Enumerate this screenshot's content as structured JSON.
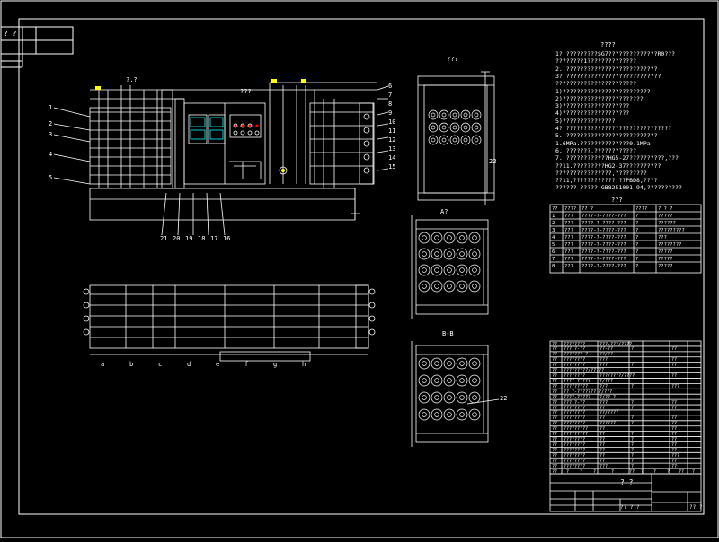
{
  "titles": {
    "corner_label": "? ?",
    "front_view": "???",
    "side_view_top": "???",
    "section_a": "A?",
    "section_b": "B-B",
    "table_title": "???",
    "notes_title": "????"
  },
  "labels": {
    "panel": "???",
    "dim_top": "?.?",
    "callout_22a": "22",
    "callout_22b": "22",
    "left_nums": [
      "1",
      "2",
      "3",
      "4",
      "5"
    ],
    "right_nums": [
      "6",
      "7",
      "8",
      "9",
      "10",
      "11",
      "12",
      "13",
      "14",
      "15"
    ],
    "bottom_nums": [
      "21",
      "20",
      "19",
      "18",
      "17",
      "16"
    ],
    "plan_nums": [
      "a",
      "b",
      "c",
      "d",
      "e",
      "f",
      "g",
      "h"
    ]
  },
  "notes": [
    "1?  ?????????SG7??????????????R0???",
    "      ????????1??????????????",
    "2.   ??????????????????????????",
    "3?  ???????????????????????????",
    "       ???????????????????????",
    "        1)?????????????????????????",
    "        2)???????????????????????",
    "        3)???????????????????",
    "        4)???????????????????",
    "        5)???????????????",
    "4?  ??????????????????????????????",
    "5.   ??????????????????????????",
    "       1.6MPa.??????????????0.1MPa.",
    "6.   ???????,????????????",
    "7.   ????????????HG5-27??????????,???",
    "       ??11.?????????HG2-37??????????",
    "       ????????????????,?????????",
    "       ??11,????????????,??PBD8,????",
    "       ?????? ????? GB8251001-94,??????????"
  ],
  "table1": {
    "header": [
      "??",
      "????",
      "?? ?",
      "????",
      "? ? ?"
    ],
    "rows": [
      [
        "1",
        "???",
        "????-?-????-???",
        "?",
        "?????"
      ],
      [
        "2",
        "???",
        "????-?-????-???",
        "?",
        "??????"
      ],
      [
        "3",
        "???",
        "????-?-????-???",
        "?",
        "?????????"
      ],
      [
        "4",
        "???",
        "????-?-????-???",
        "?",
        "???"
      ],
      [
        "5",
        "???",
        "????-?-????-???",
        "?",
        "????????"
      ],
      [
        "6",
        "???",
        "????-?-????-???",
        "?",
        "?????"
      ],
      [
        "7",
        "???",
        "????-?-????-???",
        "?",
        "?????"
      ],
      [
        "8",
        "???",
        "????-?-????-???",
        "?",
        "?????"
      ]
    ]
  },
  "table2": {
    "rows": [
      [
        "??",
        "????????",
        "???-???/????",
        "",
        ""
      ],
      [
        "??",
        "??? ?-??",
        "??-??",
        "?",
        "??"
      ],
      [
        "??",
        "???????-?",
        "??/??",
        "",
        ""
      ],
      [
        "??",
        "????????",
        "???",
        "",
        "??"
      ],
      [
        "??",
        "????????",
        "???",
        "?",
        "??"
      ],
      [
        "??",
        "?????????/?????",
        "",
        "",
        ""
      ],
      [
        "??",
        "????????",
        "???/????/????",
        "",
        "??"
      ],
      [
        "??",
        "???? ?????",
        "?/???",
        "",
        ""
      ],
      [
        "??",
        "?????????",
        "?/?",
        "?",
        "???"
      ],
      [
        "??",
        "?? ?-??????? ?/???",
        "",
        "",
        ""
      ],
      [
        "??",
        "????-?????",
        "?/?? ?",
        "",
        ""
      ],
      [
        "??",
        "??? ?-??",
        "???",
        "?",
        "??"
      ],
      [
        "??",
        "????????",
        "??",
        "?",
        "??"
      ],
      [
        "??",
        "????????",
        "??/????",
        "",
        ""
      ],
      [
        "??",
        "????????",
        "??",
        "?",
        "??"
      ],
      [
        "??",
        "????????",
        "??????",
        "?",
        "??"
      ],
      [
        "??",
        "?????????",
        "??",
        "",
        "??"
      ],
      [
        "??",
        "?????????",
        "??",
        "?",
        "??"
      ],
      [
        "??",
        "????????",
        "??",
        "?",
        "??"
      ],
      [
        "??",
        "????????",
        "??",
        "?",
        "??"
      ],
      [
        "??",
        "????????",
        "??",
        "?",
        "??"
      ],
      [
        "??",
        "????????",
        "??",
        "?",
        "???"
      ],
      [
        "??",
        "????????",
        "??",
        "?",
        "??"
      ],
      [
        "??",
        "????????",
        "???",
        "?",
        "??"
      ]
    ],
    "footer": [
      "??",
      "?",
      "?",
      "?",
      "?",
      "??",
      "?",
      "?",
      "?",
      "??",
      "?"
    ]
  },
  "titleblock": {
    "name": "? ?",
    "drawing_no": "?? ? ?",
    "sheet": "?? ?"
  },
  "colors": {
    "background": "#000000",
    "line": "#ffffff",
    "accent": "#ffff00",
    "cyan": "#00ffff"
  }
}
